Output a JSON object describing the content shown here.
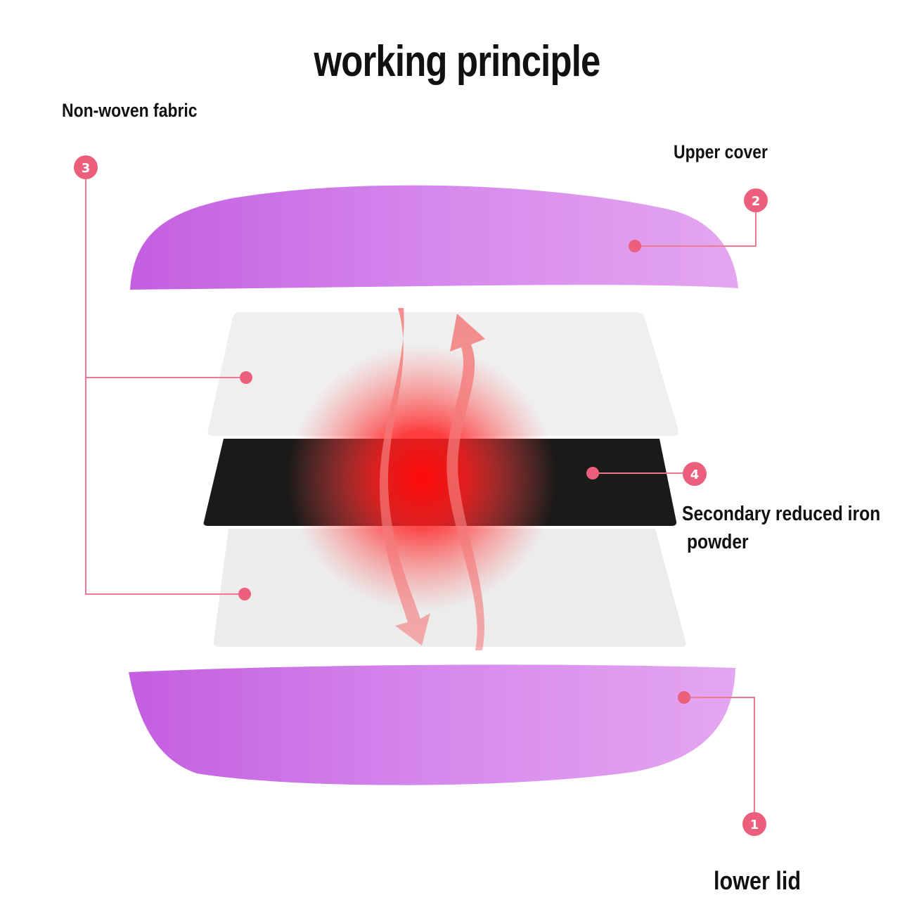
{
  "title": "working principle",
  "labels": {
    "non_woven": "Non-woven fabric",
    "upper_cover": "Upper cover",
    "iron_line1": "Secondary reduced iron",
    "iron_line2": "powder",
    "lower_lid": "lower lid"
  },
  "badges": [
    "1",
    "2",
    "3",
    "4"
  ],
  "colors": {
    "accent": "#ec5f7c",
    "purple": "#cf7ce6",
    "fabric": "#eeeeee",
    "iron": "#1a1a1a",
    "heat": "#ff1010"
  }
}
